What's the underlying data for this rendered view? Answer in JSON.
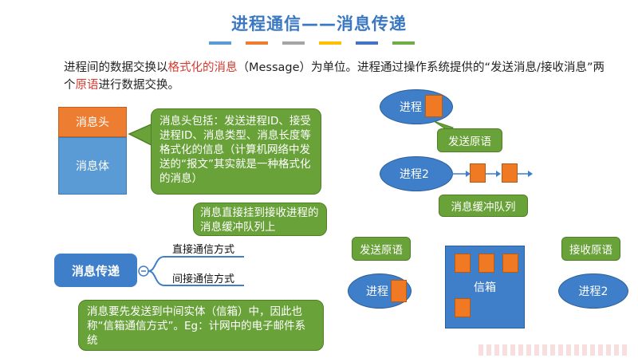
{
  "title": "进程通信——消息传递",
  "title_bar_colors": [
    "#5b9bd5",
    "#ed7d31",
    "#a5a5a5",
    "#ffc000",
    "#4472c4",
    "#70ad47"
  ],
  "intro": {
    "part1": "进程间的数据交换以",
    "highlight1": "格式化的消息",
    "part2": "（Message）为单位。进程通过操作系统提供的“发送消息/接收消息”两个",
    "highlight2": "原语",
    "part3": "进行数据交换。"
  },
  "message": {
    "head_label": "消息头",
    "body_label": "消息体",
    "head_note": "消息头包括：发送进程ID、接受进程ID、消息类型、消息长度等格式化的信息（计算机网络中发送的“报文”其实就是一种格式化的消息）"
  },
  "mindmap": {
    "root": "消息传递",
    "branch1": "直接通信方式",
    "branch2": "间接通信方式",
    "note_direct": "消息直接挂到接收进程的消息缓冲队列上",
    "note_indirect": "消息要先发送到中间实体（信箱）中，因此也称“信箱通信方式”。Eg：计网中的电子邮件系统"
  },
  "direct_diagram": {
    "process1": "进程",
    "send_primitive": "发送原语",
    "process2": "进程2",
    "queue_label": "消息缓冲队列"
  },
  "indirect_diagram": {
    "send_primitive": "发送原语",
    "receive_primitive": "接收原语",
    "process1": "进程",
    "mailbox": "信箱",
    "process2": "进程2"
  },
  "colors": {
    "title": "#3a78c2",
    "highlight": "#d43a2f",
    "message_head": "#ed7d31",
    "message_body": "#5b9bd5",
    "callout_green": "#6aa23a",
    "process_blue": "#3f7ec8",
    "message_orange": "#f07a23"
  }
}
